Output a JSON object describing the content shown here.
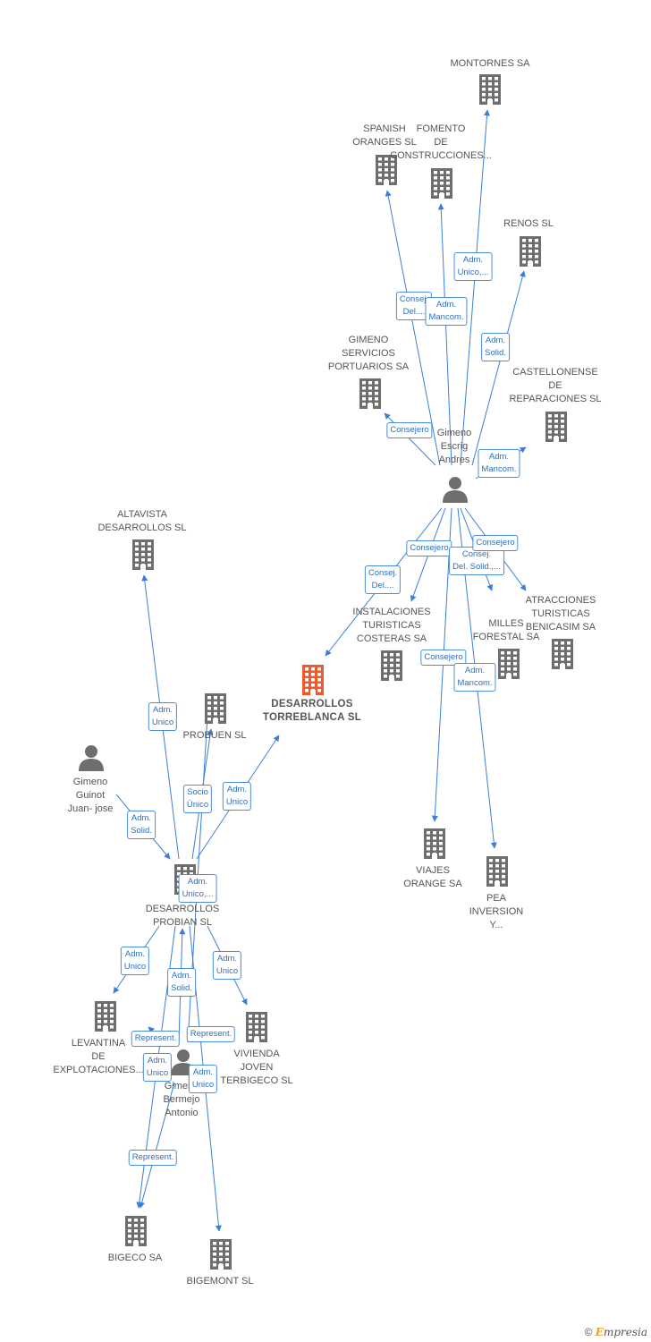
{
  "colors": {
    "edge": "#3a7fd5",
    "building": "#6e6e6e",
    "center": "#ee5a2b",
    "person": "#6e6e6e"
  },
  "nodes": [
    {
      "id": "montornes",
      "label": "MONTORNES SA",
      "icon": "building-icon",
      "type": "company"
    },
    {
      "id": "spanish",
      "label": "SPANISH\nORANGES SL",
      "icon": "building-icon",
      "type": "company"
    },
    {
      "id": "fomento",
      "label": "FOMENTO\nDE\nCONSTRUCCIONES...",
      "icon": "building-icon",
      "type": "company"
    },
    {
      "id": "renos",
      "label": "RENOS SL",
      "icon": "building-icon",
      "type": "company"
    },
    {
      "id": "gimeno_serv",
      "label": "GIMENO\nSERVICIOS\nPORTUARIOS SA",
      "icon": "building-icon",
      "type": "company"
    },
    {
      "id": "castellonense",
      "label": "CASTELLONENSE\nDE\nREPARACIONES SL",
      "icon": "building-icon",
      "type": "company"
    },
    {
      "id": "gimeno_escrig",
      "label": "Gimeno\nEscrig\nAndres",
      "icon": "person-icon",
      "type": "person"
    },
    {
      "id": "altavista",
      "label": "ALTAVISTA\nDESARROLLOS SL",
      "icon": "building-icon",
      "type": "company"
    },
    {
      "id": "instalaciones",
      "label": "INSTALACIONES\nTURISTICAS\nCOSTERAS SA",
      "icon": "building-icon",
      "type": "company"
    },
    {
      "id": "milles",
      "label": "MILLES\nFORESTAL SA",
      "icon": "building-icon",
      "type": "company"
    },
    {
      "id": "atracciones",
      "label": "ATRACCIONES\nTURISTICAS\nBENICASIM SA",
      "icon": "building-icon",
      "type": "company"
    },
    {
      "id": "desarrollos_torre",
      "label": "DESARROLLOS\nTORREBLANCA SL",
      "icon": "building-icon",
      "type": "center"
    },
    {
      "id": "probuen",
      "label": "PROBUEN SL",
      "icon": "building-icon",
      "type": "company"
    },
    {
      "id": "gimeno_guinot",
      "label": "Gimeno\nGuinot\nJuan- jose",
      "icon": "person-icon",
      "type": "person"
    },
    {
      "id": "viajes",
      "label": "VIAJES\nORANGE SA",
      "icon": "building-icon",
      "type": "company"
    },
    {
      "id": "pea",
      "label": "PEA\nINVERSION\nY...",
      "icon": "building-icon",
      "type": "company"
    },
    {
      "id": "probian",
      "label": "DESARROLLOS\nPROBIAN SL",
      "icon": "building-icon",
      "type": "company"
    },
    {
      "id": "levantina",
      "label": "LEVANTINA\nDE\nEXPLOTACIONES...",
      "icon": "building-icon",
      "type": "company"
    },
    {
      "id": "vivienda",
      "label": "VIVIENDA\nJOVEN\nTERBIGECO SL",
      "icon": "building-icon",
      "type": "company"
    },
    {
      "id": "gimeno_bermejo",
      "label": "Gimeno\nBermejo\nAntonio",
      "icon": "person-icon",
      "type": "person"
    },
    {
      "id": "bigeco",
      "label": "BIGECO SA",
      "icon": "building-icon",
      "type": "company"
    },
    {
      "id": "bigemont",
      "label": "BIGEMONT SL",
      "icon": "building-icon",
      "type": "company"
    }
  ],
  "edges": [
    {
      "from": "gimeno_escrig",
      "to": "montornes",
      "label": "Adm.\nUnico,..."
    },
    {
      "from": "gimeno_escrig",
      "to": "spanish",
      "label": "Consej.\nDel...."
    },
    {
      "from": "gimeno_escrig",
      "to": "fomento",
      "label": "Adm.\nMancom."
    },
    {
      "from": "gimeno_escrig",
      "to": "renos",
      "label": "Adm.\nSolid."
    },
    {
      "from": "gimeno_escrig",
      "to": "gimeno_serv",
      "label": "Consejero"
    },
    {
      "from": "gimeno_escrig",
      "to": "castellonense",
      "label": "Adm.\nMancom."
    },
    {
      "from": "gimeno_escrig",
      "to": "desarrollos_torre",
      "label": "Consej.\nDel...."
    },
    {
      "from": "gimeno_escrig",
      "to": "instalaciones",
      "label": "Consejero"
    },
    {
      "from": "gimeno_escrig",
      "to": "milles",
      "label": "Consej.\nDel. Solid.,..."
    },
    {
      "from": "gimeno_escrig",
      "to": "atracciones",
      "label": "Consejero"
    },
    {
      "from": "gimeno_escrig",
      "to": "viajes",
      "label": "Consejero"
    },
    {
      "from": "gimeno_escrig",
      "to": "pea",
      "label": "Adm.\nMancom."
    },
    {
      "from": "probian",
      "to": "altavista",
      "label": "Adm.\nUnico"
    },
    {
      "from": "probian",
      "to": "probuen",
      "label": "Socio\nÚnico"
    },
    {
      "from": "probian",
      "to": "desarrollos_torre",
      "label": "Adm.\nUnico"
    },
    {
      "from": "gimeno_guinot",
      "to": "probian",
      "label": "Adm.\nSolid."
    },
    {
      "from": "gimeno_bermejo",
      "to": "probuen",
      "label": "Adm.\nUnico,..."
    },
    {
      "from": "probian",
      "to": "levantina",
      "label": "Adm.\nUnico"
    },
    {
      "from": "probian",
      "to": "vivienda",
      "label": "Adm.\nUnico"
    },
    {
      "from": "gimeno_bermejo",
      "to": "probian",
      "label": "Adm.\nSolid."
    },
    {
      "from": "gimeno_bermejo",
      "to": "levantina",
      "label": "Represent."
    },
    {
      "from": "gimeno_bermejo",
      "to": "vivienda",
      "label": "Represent."
    },
    {
      "from": "probian",
      "to": "bigeco",
      "label": "Adm.\nUnico"
    },
    {
      "from": "probian",
      "to": "bigemont",
      "label": "Adm.\nUnico"
    },
    {
      "from": "gimeno_bermejo",
      "to": "bigeco",
      "label": "Represent."
    }
  ],
  "footer": {
    "copyright": "©",
    "brand_e": "E",
    "brand_rest": "mpresia"
  }
}
